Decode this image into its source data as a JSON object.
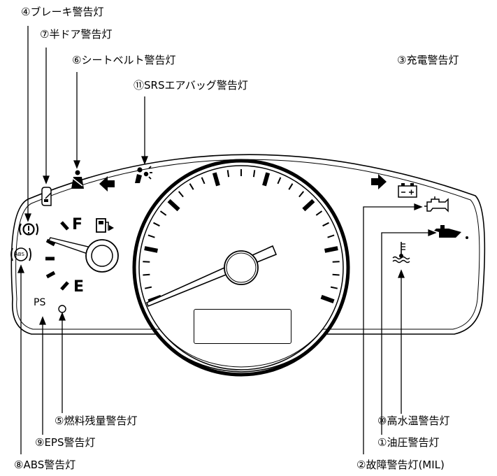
{
  "title_labels": {
    "brake": "④ブレーキ警告灯",
    "door": "⑦半ドア警告灯",
    "seatbelt": "⑥シートベルト警告灯",
    "srs": "⑪SRSエアバッグ警告灯",
    "charge": "③充電警告灯",
    "fuel": "⑤燃料残量警告灯",
    "eps": "⑨EPS警告灯",
    "abs": "⑧ABS警告灯",
    "coolant": "⑩高水温警告灯",
    "oil": "①油圧警告灯",
    "mil": "②故障警告灯(MIL)"
  },
  "gauge_text": {
    "fuel_full": "F",
    "fuel_empty": "E",
    "ps": "PS",
    "abs": "ABS"
  },
  "icons": [
    "brake-warning-icon",
    "abs-warning-icon",
    "door-ajar-icon",
    "seatbelt-icon",
    "airbag-icon",
    "turn-left-arrow-icon",
    "turn-right-arrow-icon",
    "battery-icon",
    "engine-check-icon",
    "oil-can-icon",
    "coolant-temp-icon",
    "fuel-pump-icon",
    "fuel-low-lamp-icon"
  ]
}
